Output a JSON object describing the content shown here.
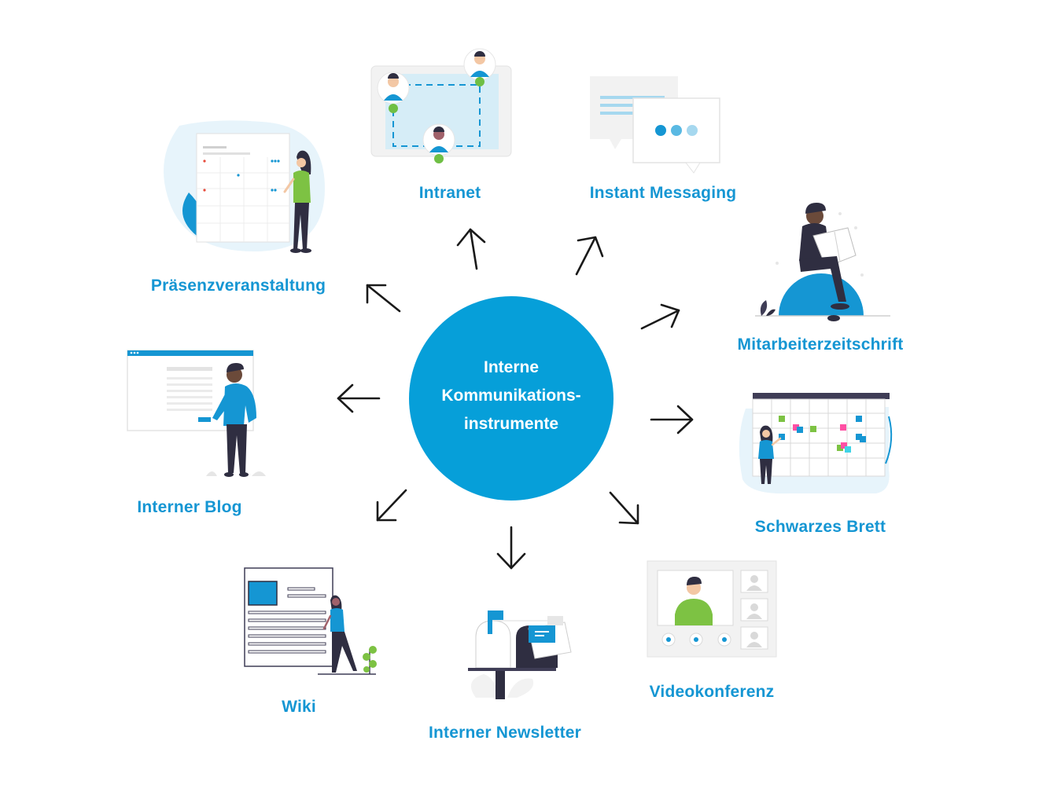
{
  "center": {
    "lines": [
      "Interne",
      "Kommunikations-",
      "instrumente"
    ],
    "color": "#069fd9"
  },
  "instruments": [
    {
      "id": "intranet",
      "label": "Intranet"
    },
    {
      "id": "instant-messaging",
      "label": "Instant Messaging"
    },
    {
      "id": "mitarbeiterzeitschrift",
      "label": "Mitarbeiterzeitschrift"
    },
    {
      "id": "schwarzes-brett",
      "label": "Schwarzes Brett"
    },
    {
      "id": "videokonferenz",
      "label": "Videokonferenz"
    },
    {
      "id": "interner-newsletter",
      "label": "Interner Newsletter"
    },
    {
      "id": "wiki",
      "label": "Wiki"
    },
    {
      "id": "interner-blog",
      "label": "Interner Blog"
    },
    {
      "id": "praesenzveranstaltung",
      "label": "Präsenzveranstaltung"
    }
  ],
  "colors": {
    "accent": "#1596d3",
    "dark": "#2f2e41",
    "green": "#7dc243",
    "light": "#e6e6e6"
  }
}
